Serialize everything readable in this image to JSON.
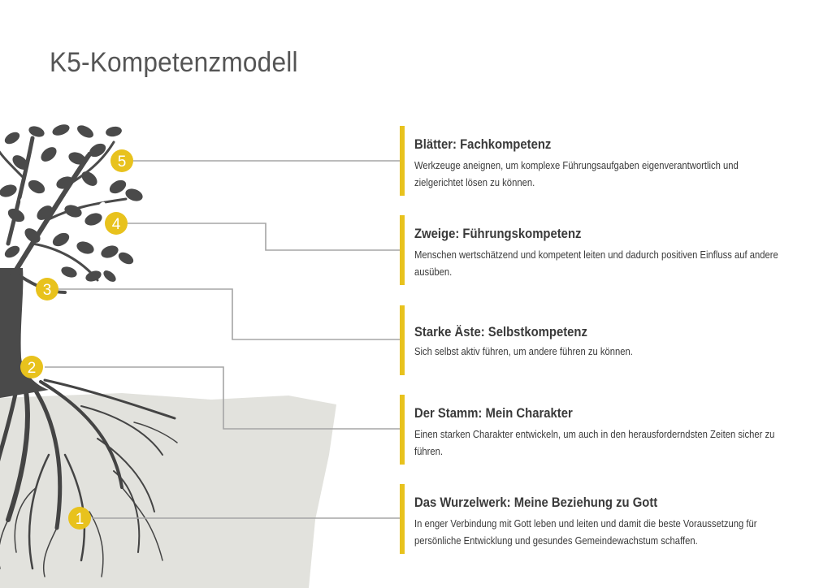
{
  "title": "K5-Kompetenzmodell",
  "accent_color": "#e8c21d",
  "levels": [
    {
      "number": "5",
      "heading": "Blätter: Fachkompetenz",
      "description": "Werkzeuge aneignen, um komplexe Führungsaufgaben eigenverantwortlich und zielgerichtet lösen zu können."
    },
    {
      "number": "4",
      "heading": "Zweige: Führungskompetenz",
      "description": "Menschen wertschätzend und kompetent leiten und dadurch positiven Einfluss auf andere ausüben."
    },
    {
      "number": "3",
      "heading": "Starke Äste: Selbstkompetenz",
      "description": "Sich selbst aktiv führen, um andere führen zu können."
    },
    {
      "number": "2",
      "heading": "Der Stamm: Mein Charakter",
      "description": "Einen starken Charakter entwickeln, um auch in den herausforderndsten Zeiten sicher zu führen."
    },
    {
      "number": "1",
      "heading": "Das Wurzelwerk: Meine Beziehung zu Gott",
      "description": "In enger Verbindung mit Gott leben und leiten und damit die beste Voraussetzung für persönliche Entwicklung und gesundes Gemeindewachstum schaffen."
    }
  ]
}
